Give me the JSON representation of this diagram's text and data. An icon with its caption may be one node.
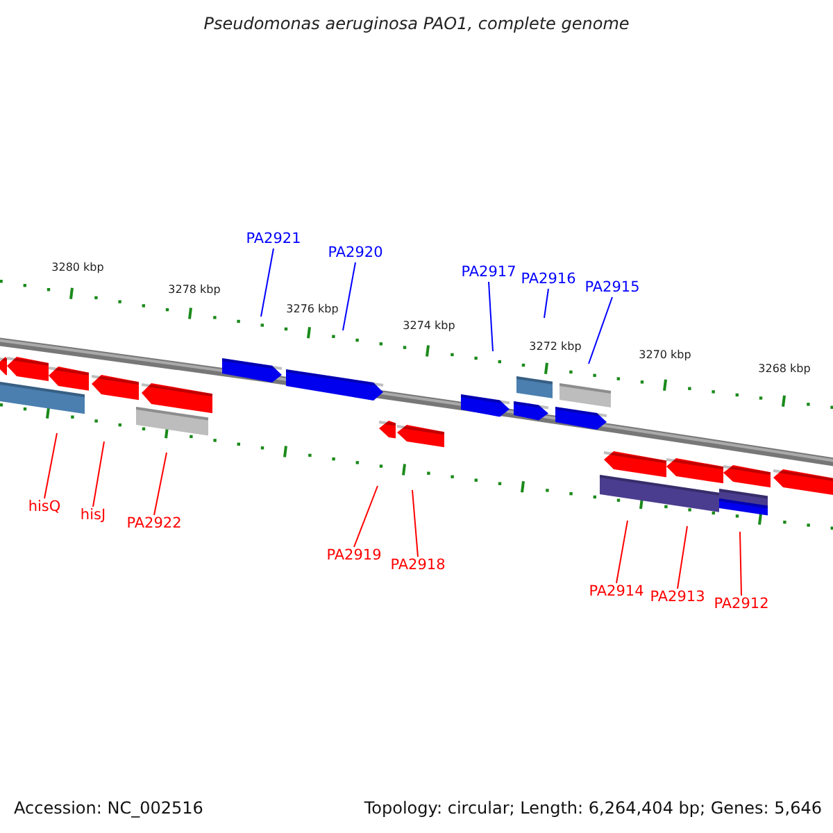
{
  "diagram": {
    "title": "Pseudomonas aeruginosa PAO1, complete genome",
    "nodes": [
      {
        "text": [
          "PA2921"
        ]
      },
      {
        "text": [
          "PA2920"
        ]
      },
      {
        "text": [
          "PA2917"
        ]
      },
      {
        "text": [
          "PA2916"
        ]
      },
      {
        "text": [
          "PA2915"
        ]
      },
      {
        "text": [
          "hisQ"
        ]
      },
      {
        "text": [
          "hisJ"
        ]
      },
      {
        "text": [
          "PA2922"
        ]
      },
      {
        "text": [
          "PA2919"
        ]
      },
      {
        "text": [
          "PA2918"
        ]
      },
      {
        "text": [
          "PA2914"
        ]
      },
      {
        "text": [
          "PA2913"
        ]
      },
      {
        "text": [
          "PA2912"
        ]
      }
    ],
    "edges": [
      {
        "from": 0,
        "to": null,
        "arrow": "none",
        "color": "#0000ff"
      },
      {
        "from": 1,
        "to": null,
        "arrow": "none",
        "color": "#0000ff"
      },
      {
        "from": 2,
        "to": null,
        "arrow": "none",
        "color": "#0000ff"
      },
      {
        "from": 3,
        "to": null,
        "arrow": "none",
        "color": "#0000ff"
      },
      {
        "from": 4,
        "to": null,
        "arrow": "none",
        "color": "#0000ff"
      },
      {
        "from": 5,
        "to": null,
        "arrow": "none",
        "color": "#ff0000"
      },
      {
        "from": 6,
        "to": null,
        "arrow": "none",
        "color": "#ff0000"
      },
      {
        "from": 7,
        "to": null,
        "arrow": "none",
        "color": "#ff0000"
      },
      {
        "from": 8,
        "to": null,
        "arrow": "none",
        "color": "#ff0000"
      },
      {
        "from": 9,
        "to": null,
        "arrow": "none",
        "color": "#ff0000"
      },
      {
        "from": 10,
        "to": null,
        "arrow": "none",
        "color": "#ff0000"
      },
      {
        "from": 11,
        "to": null,
        "arrow": "none",
        "color": "#ff0000"
      },
      {
        "from": 12,
        "to": null,
        "arrow": "none",
        "color": "#ff0000"
      }
    ],
    "labels": [
      "3280 kbp",
      "3278 kbp",
      "3276 kbp",
      "3274 kbp",
      "3272 kbp",
      "3270 kbp",
      "3268 kbp",
      "Accession: NC_002516",
      "Topology: circular; Length: 6,264,404 bp; Genes: 5,646"
    ]
  }
}
